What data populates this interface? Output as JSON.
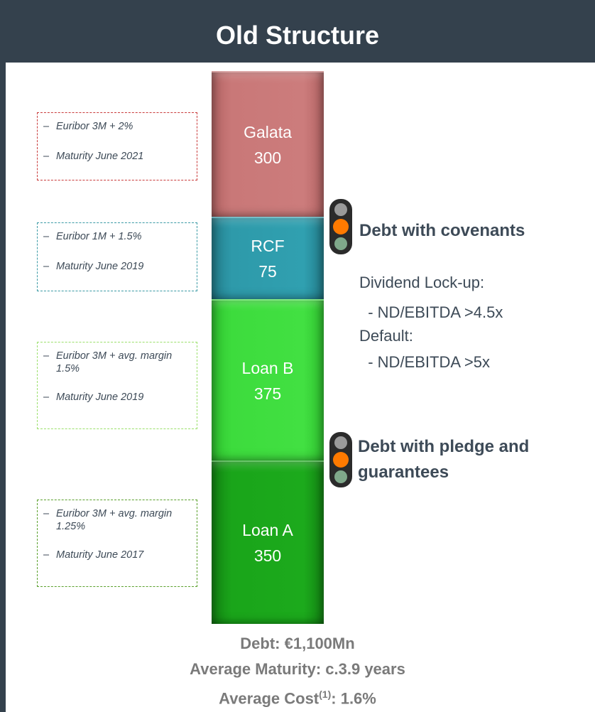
{
  "title": "Old Structure",
  "segments": [
    {
      "name": "Galata",
      "value": "300",
      "color": "#c97878"
    },
    {
      "name": "RCF",
      "value": "75",
      "color": "#2e9aaa"
    },
    {
      "name": "Loan B",
      "value": "375",
      "color": "#3ddc3d"
    },
    {
      "name": "Loan A",
      "value": "350",
      "color": "#1aa51a"
    }
  ],
  "notes": [
    {
      "items": [
        "Euribor 3M + 2%",
        "Maturity June 2021"
      ],
      "border_color": "#c93b3b"
    },
    {
      "items": [
        "Euribor 1M + 1.5%",
        "Maturity June 2019"
      ],
      "border_color": "#3b9aa5"
    },
    {
      "items": [
        "Euribor 3M + avg. margin 1.5%",
        "Maturity June 2019"
      ],
      "border_color": "#9be06b"
    },
    {
      "items": [
        "Euribor 3M + avg. margin 1.25%",
        "Maturity June 2017"
      ],
      "border_color": "#5aa02c"
    }
  ],
  "covenants": {
    "label": "Debt with covenants",
    "lines": [
      "Dividend Lock-up:",
      "  - ND/EBITDA >4.5x",
      "Default:",
      "  - ND/EBITDA >5x"
    ]
  },
  "pledge": {
    "label_line1": "Debt with pledge and",
    "label_line2": "guarantees"
  },
  "summary": {
    "debt": "Debt: €1,100Mn",
    "maturity": "Average Maturity: c.3.9 years",
    "cost_prefix": "Average Cost",
    "cost_sup": "(1)",
    "cost_suffix": ": 1.6%"
  },
  "colors": {
    "header": "#34414d",
    "light_active": "#ff7a00",
    "light_body": "#2b2b2b"
  }
}
